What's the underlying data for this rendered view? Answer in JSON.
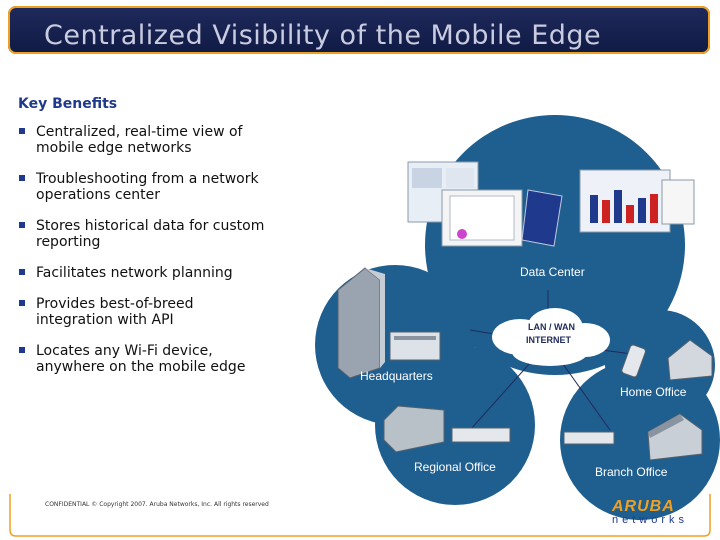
{
  "title": "Centralized Visibility of the Mobile Edge",
  "heading": "Key Benefits",
  "bullets": [
    {
      "line1": "Centralized, real-time view of",
      "line2": "mobile edge networks"
    },
    {
      "line1": "Troubleshooting from a network",
      "line2": "operations center"
    },
    {
      "line1": "Stores historical data for custom",
      "line2": "reporting"
    },
    {
      "line1": "Facilitates network planning",
      "line2": ""
    },
    {
      "line1": "Provides best-of-breed",
      "line2": "integration with API"
    },
    {
      "line1": "Locates any Wi-Fi device,",
      "line2": "anywhere on the mobile edge"
    }
  ],
  "diagram": {
    "data_center": "Data Center",
    "lan_wan_line1": "LAN / WAN",
    "lan_wan_line2": "INTERNET",
    "headquarters": "Headquarters",
    "home_office": "Home Office",
    "regional_office": "Regional Office",
    "branch_office": "Branch Office"
  },
  "footer": "CONFIDENTIAL © Copyright 2007. Aruba Networks, Inc. All rights reserved",
  "logo": {
    "top": "ARUBA",
    "bottom": "networks"
  },
  "colors": {
    "title_bg": "#1f2a5c",
    "accent": "#f0a020",
    "circle": "#1f5f8f",
    "text_blue": "#1f3a8c"
  }
}
